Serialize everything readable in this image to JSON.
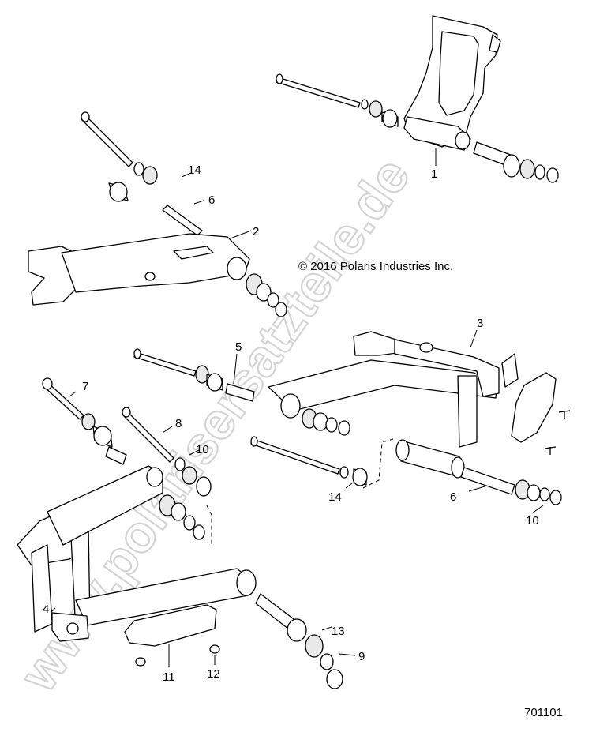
{
  "diagram": {
    "copyright": "© 2016 Polaris Industries Inc.",
    "drawing_number": "701101",
    "watermark": "www.polarisersatzteile.de",
    "callouts": [
      "1",
      "2",
      "3",
      "4",
      "5",
      "6",
      "6",
      "7",
      "8",
      "9",
      "10",
      "10",
      "11",
      "12",
      "13",
      "14",
      "14"
    ]
  }
}
